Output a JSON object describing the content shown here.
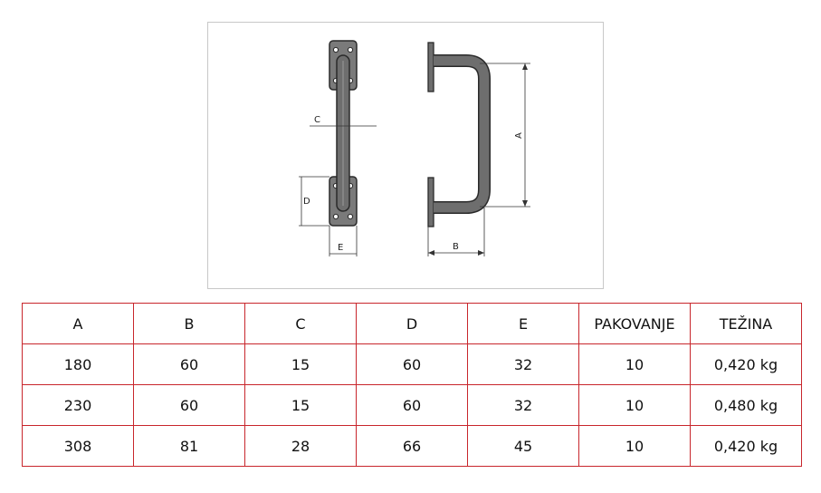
{
  "drawing": {
    "labels": {
      "a": "A",
      "b": "B",
      "c": "C",
      "d": "D",
      "e": "E"
    }
  },
  "table": {
    "headers": [
      "A",
      "B",
      "C",
      "D",
      "E",
      "PAKOVANJE",
      "TEŽINA"
    ],
    "rows": [
      [
        "180",
        "60",
        "15",
        "60",
        "32",
        "10",
        "0,420 kg"
      ],
      [
        "230",
        "60",
        "15",
        "60",
        "32",
        "10",
        "0,480 kg"
      ],
      [
        "308",
        "81",
        "28",
        "66",
        "45",
        "10",
        "0,420 kg"
      ]
    ]
  },
  "colors": {
    "table_border": "#c8262c",
    "part_fill": "#6e6e6e",
    "part_stroke": "#2a2a2a"
  }
}
